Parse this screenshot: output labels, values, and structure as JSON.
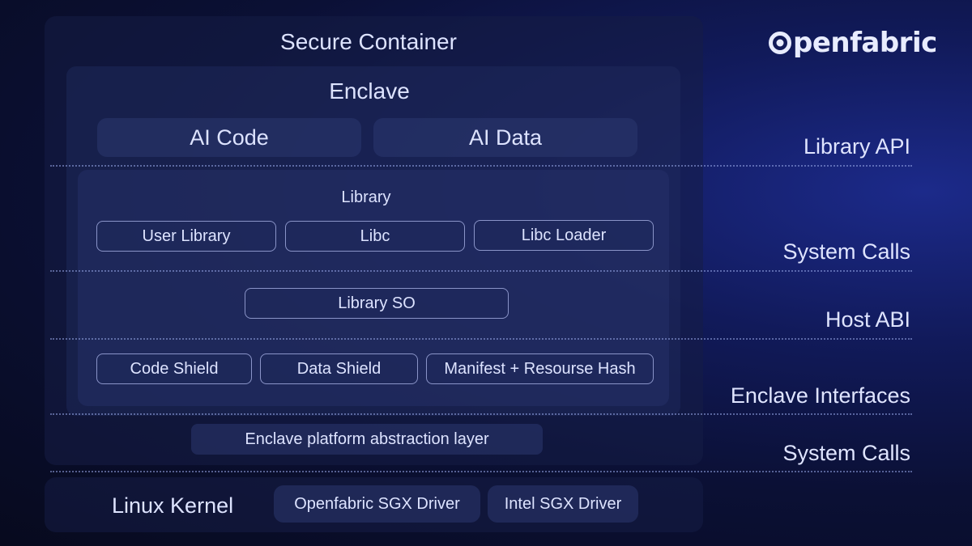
{
  "brand": {
    "logo_rest": "penfabric"
  },
  "layers": {
    "secure_container": "Secure Container",
    "enclave": "Enclave",
    "ai_code": "AI Code",
    "ai_data": "AI Data",
    "library": "Library",
    "user_library": "User Library",
    "libc": "Libc",
    "libc_loader": "Libc Loader",
    "library_so": "Library SO",
    "code_shield": "Code Shield",
    "data_shield": "Data Shield",
    "manifest_hash": "Manifest + Resourse Hash",
    "platform_layer": "Enclave platform abstraction layer",
    "linux_kernel": "Linux Kernel",
    "openfabric_driver": "Openfabric SGX Driver",
    "intel_driver": "Intel SGX Driver"
  },
  "interfaces": {
    "library_api": "Library API",
    "system_calls_1": "System Calls",
    "host_abi": "Host ABI",
    "enclave_interfaces": "Enclave Interfaces",
    "system_calls_2": "System Calls"
  }
}
